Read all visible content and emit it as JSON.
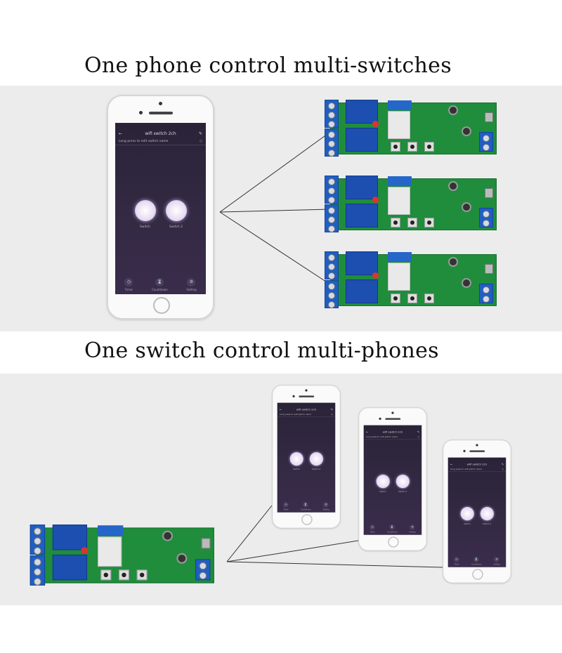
{
  "headings": {
    "top": "One phone control multi-switches",
    "bottom": "One switch control multi-phones"
  },
  "app": {
    "title": "wifi switch 2ch",
    "hint": "Long press to edit switch name",
    "switches": [
      "Switch",
      "Switch 2"
    ],
    "tabs": [
      "Timer",
      "Countdown",
      "Setting"
    ],
    "back_icon": "arrow-left-icon",
    "edit_icon": "pencil-icon"
  },
  "colors": {
    "pcb": "#1f8d3c",
    "relay": "#1d4fb0",
    "screen": "#2a2338"
  }
}
